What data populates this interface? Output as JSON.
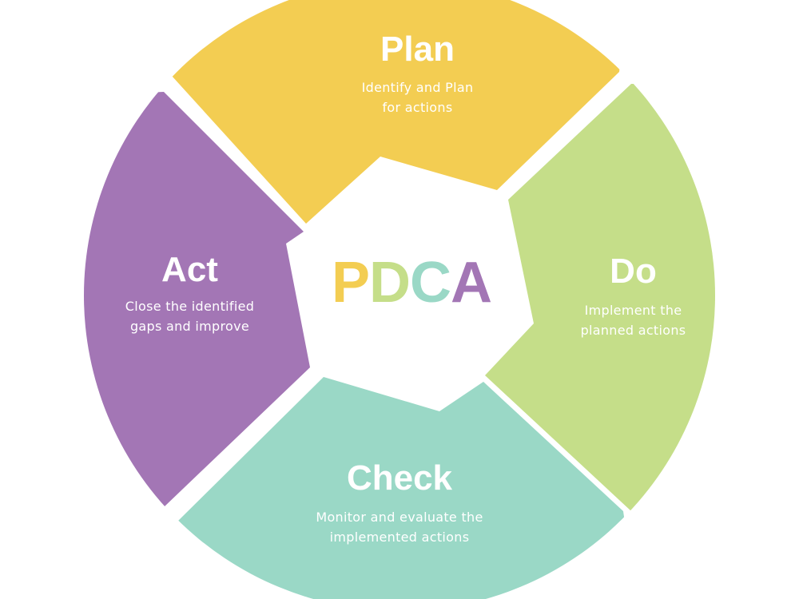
{
  "diagram": {
    "center_label": {
      "letters": [
        {
          "char": "P",
          "color": "#F3CD52"
        },
        {
          "char": "D",
          "color": "#C5DE89"
        },
        {
          "char": "C",
          "color": "#9AD8C6"
        },
        {
          "char": "A",
          "color": "#A376B5"
        }
      ]
    },
    "segments": [
      {
        "id": "plan",
        "title": "Plan",
        "desc_line1": "Identify and Plan",
        "desc_line2": "for actions",
        "color": "#F3CD52"
      },
      {
        "id": "do",
        "title": "Do",
        "desc_line1": "Implement the",
        "desc_line2": "planned actions",
        "color": "#C5DE89"
      },
      {
        "id": "check",
        "title": "Check",
        "desc_line1": "Monitor and evaluate the",
        "desc_line2": "implemented actions",
        "color": "#9AD8C6"
      },
      {
        "id": "act",
        "title": "Act",
        "desc_line1": "Close the identified",
        "desc_line2": "gaps and improve",
        "color": "#A376B5"
      }
    ]
  }
}
